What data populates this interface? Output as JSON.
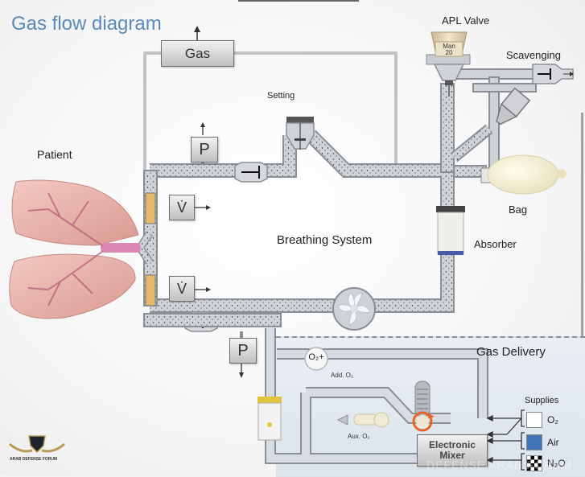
{
  "title": "Gas flow diagram",
  "labels": {
    "gas": "Gas",
    "apl_valve": "APL Valve",
    "apl_dial_mode": "Man",
    "apl_dial_value": "20",
    "scavenging": "Scavenging",
    "setting": "Setting",
    "patient": "Patient",
    "bag": "Bag",
    "absorber": "Absorber",
    "breathing_system": "Breathing System",
    "gas_delivery": "Gas Delivery",
    "add_o2_symbol": "O₂+",
    "add_o2": "Add. O₂",
    "aux_o2": "Aux. O₂",
    "electronic_mixer_line1": "Electronic",
    "electronic_mixer_line2": "Mixer",
    "pressure_sensor": "P",
    "flow_sensor": "V̇"
  },
  "supplies": {
    "heading": "Supplies",
    "items": [
      {
        "name": "O₂",
        "swatch": "#ffffff"
      },
      {
        "name": "Air",
        "swatch": "#3f74b8"
      },
      {
        "name": "N₂O",
        "swatch": "checker"
      }
    ]
  },
  "watermark": {
    "brand_line1": "ARAB DEFENSE FORUM",
    "brand_line2": "DEFENSE ARAB FORUM"
  },
  "colors": {
    "title": "#5b8ab8",
    "pipe": "#c9ccd0",
    "pipe_border": "#8a8f96",
    "flow_accent": "#e8632a",
    "air_swatch": "#3f74b8",
    "bag": "#f0ecd0"
  }
}
